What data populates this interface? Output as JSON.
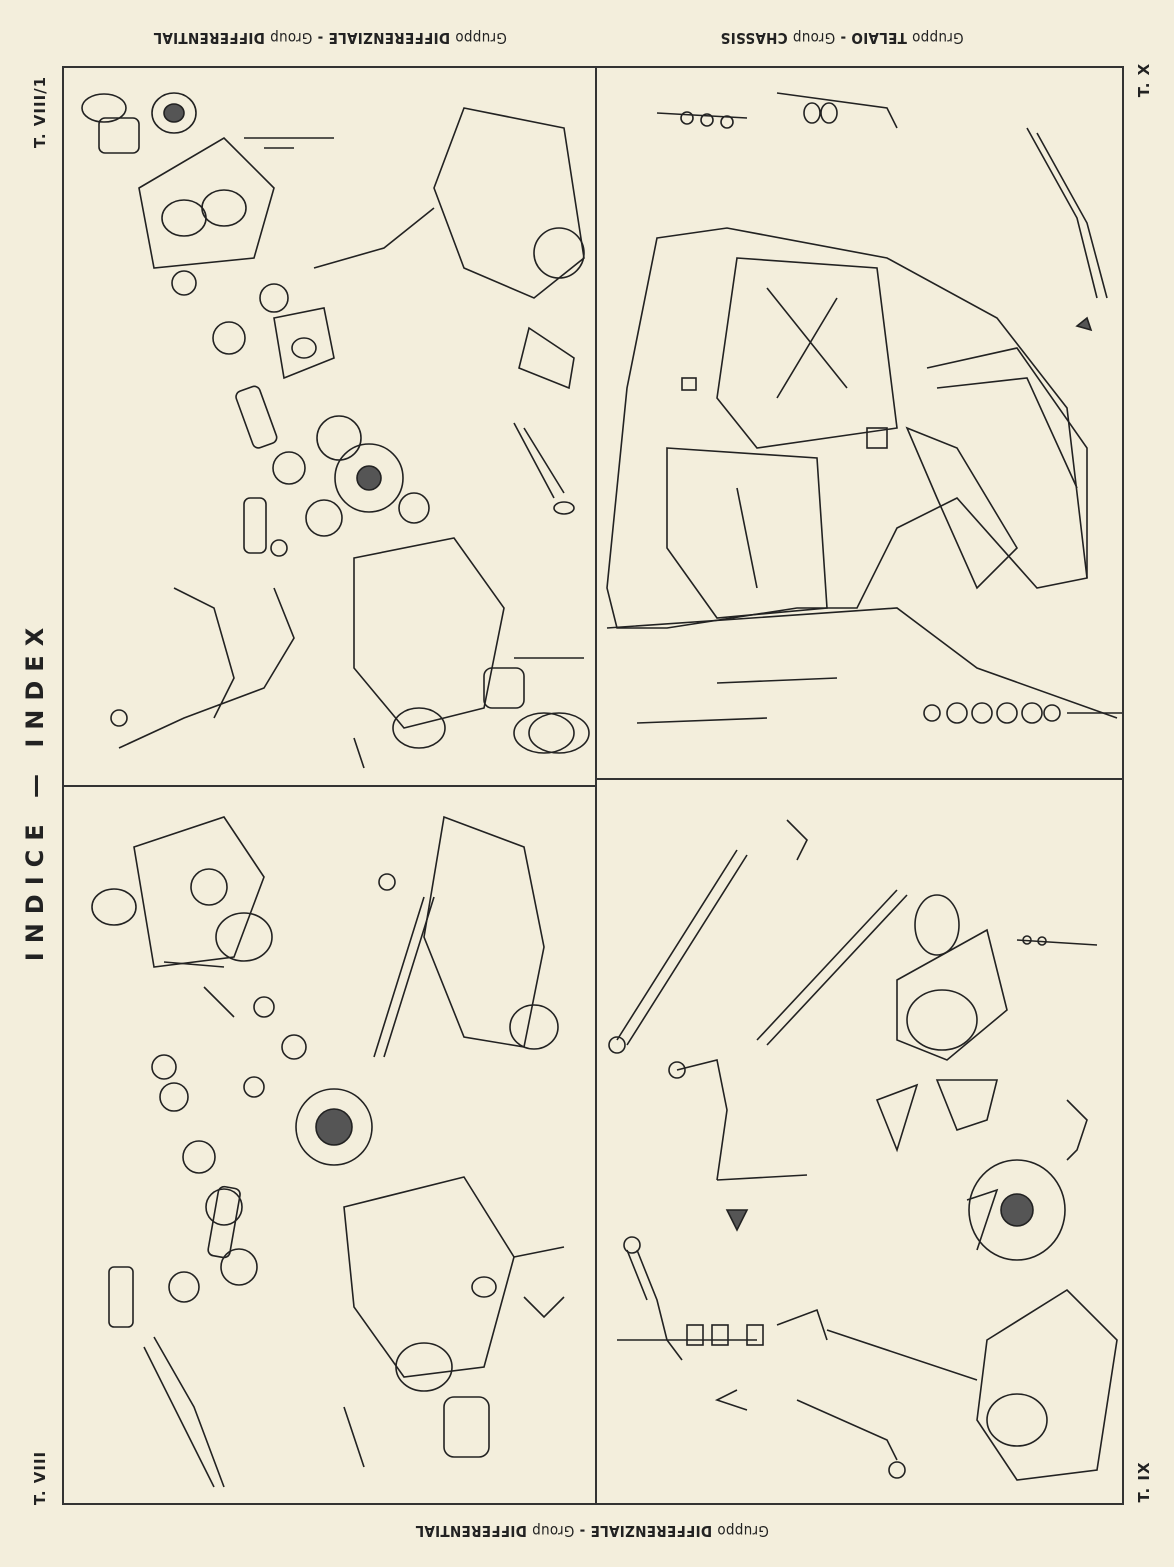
{
  "headers": {
    "top_left": {
      "it": "Gruppo",
      "it_group": "DIFFERENZIALE",
      "en": "Group",
      "en_group": "DIFFERENTIAL"
    },
    "top_right": {
      "it": "Gruppo",
      "it_group": "TELAIO",
      "en": "Group",
      "en_group": "CHASSIS"
    },
    "bottom": {
      "it": "Gruppo",
      "it_group": "DIFFERENZIALE",
      "en": "Group",
      "en_group": "DIFFERENTIAL"
    },
    "separator": "-"
  },
  "side_title": "INDICE — INDEX",
  "table_labels": {
    "top_left": "T. VIII/1",
    "bottom_left": "T. VIII",
    "top_right": "T. X",
    "bottom_right": "T. IX"
  }
}
